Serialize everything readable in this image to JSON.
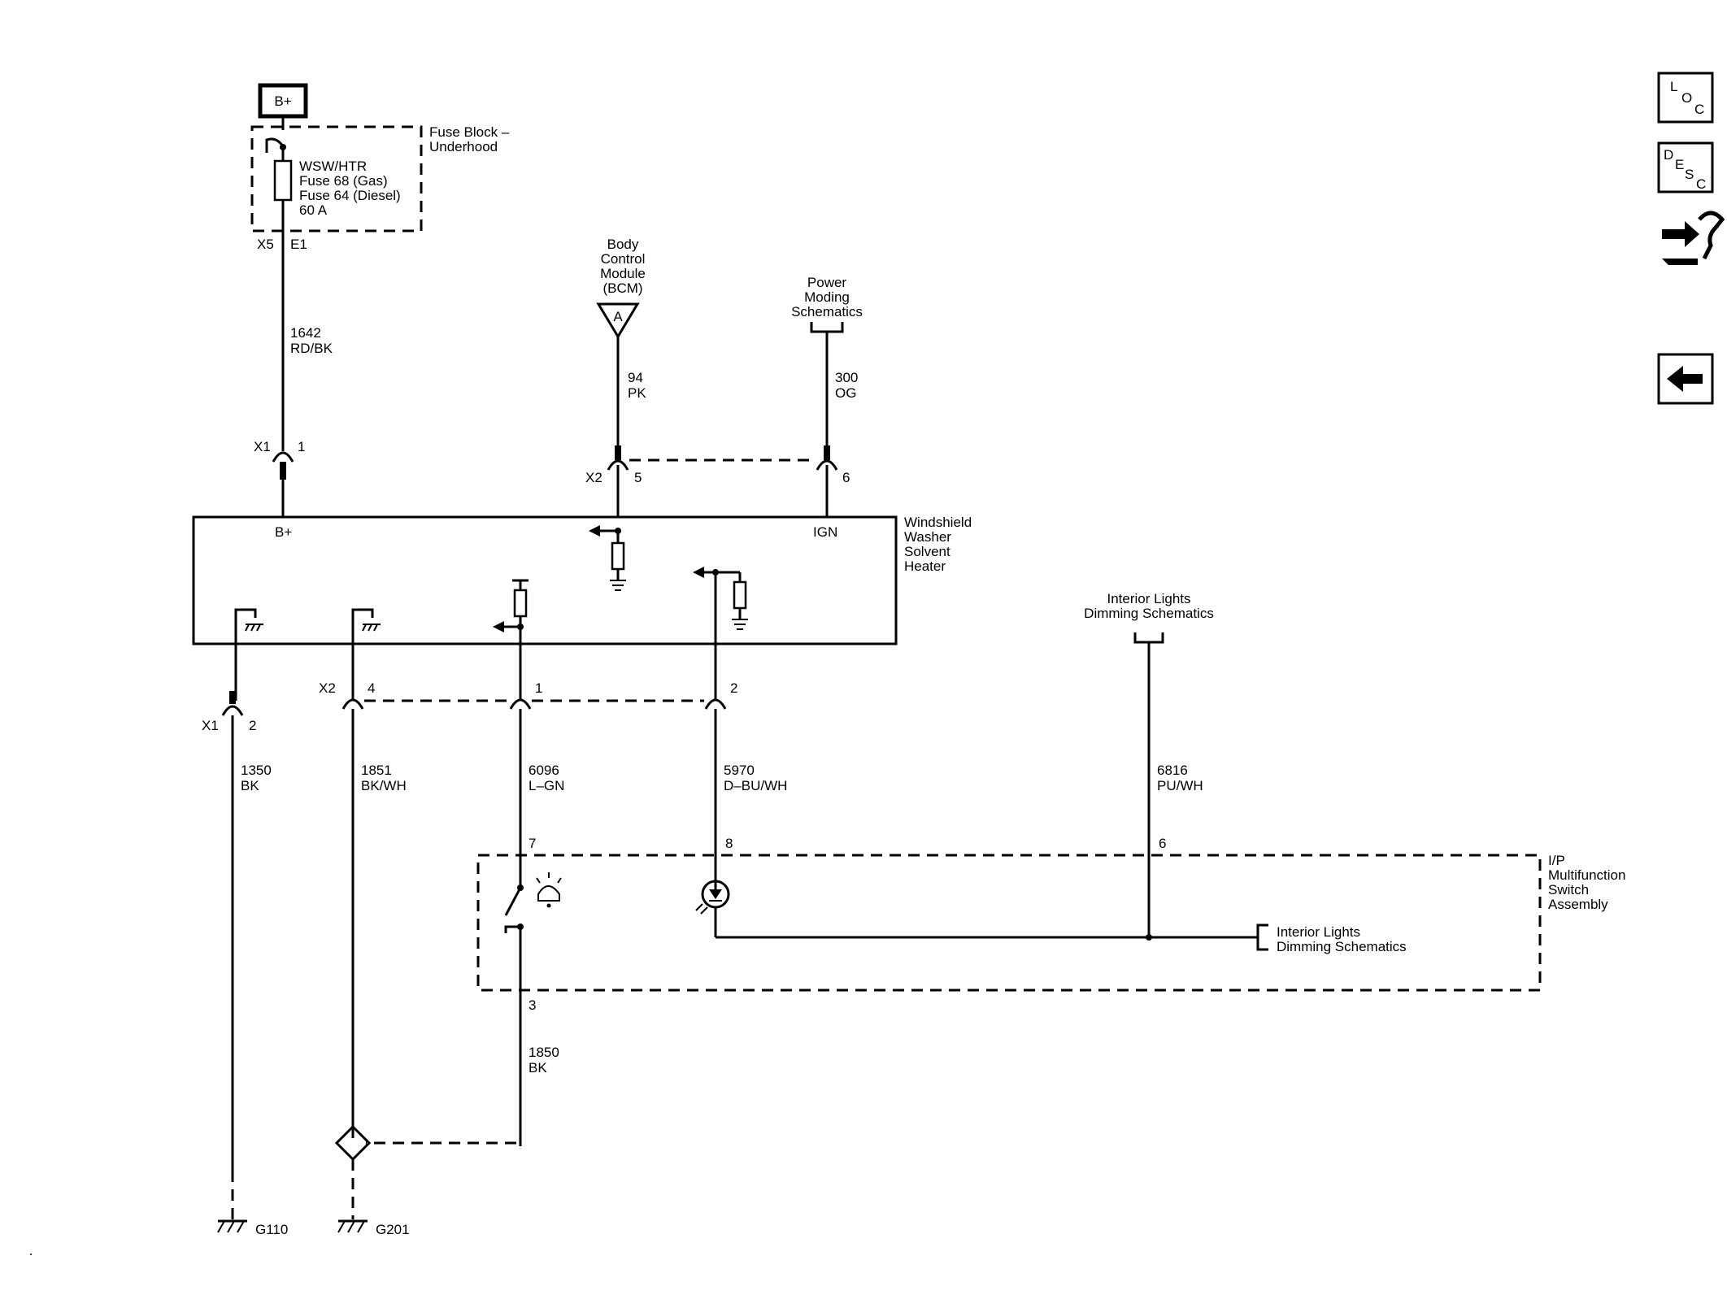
{
  "power": {
    "bplus": "B+"
  },
  "fuse_block": {
    "title_l1": "Fuse Block –",
    "title_l2": "Underhood",
    "fuse_l1": "WSW/HTR",
    "fuse_l2": "Fuse 68 (Gas)",
    "fuse_l3": "Fuse 64 (Diesel)",
    "fuse_l4": "60 A",
    "conn_x5": "X5",
    "pin_e1": "E1"
  },
  "wires": {
    "w1642_num": "1642",
    "w1642_color": "RD/BK",
    "w94_num": "94",
    "w94_color": "PK",
    "w300_num": "300",
    "w300_color": "OG",
    "w1350_num": "1350",
    "w1350_color": "BK",
    "w1851_num": "1851",
    "w1851_color": "BK/WH",
    "w6096_num": "6096",
    "w6096_color": "L–GN",
    "w5970_num": "5970",
    "w5970_color": "D–BU/WH",
    "w6816_num": "6816",
    "w6816_color": "PU/WH",
    "w1850_num": "1850",
    "w1850_color": "BK"
  },
  "bcm": {
    "l1": "Body",
    "l2": "Control",
    "l3": "Module",
    "l4": "(BCM)",
    "tri": "A"
  },
  "power_moding": {
    "l1": "Power",
    "l2": "Moding",
    "l3": "Schematics"
  },
  "connectors": {
    "x1": "X1",
    "x1_pin1": "1",
    "x2": "X2",
    "x2_pin5": "5",
    "x2_pin6": "6",
    "x1b": "X1",
    "x1_pin2": "2",
    "x2b": "X2",
    "x2_pin4": "4",
    "x2_pin1": "1",
    "x2_pin2": "2"
  },
  "heater": {
    "l1": "Windshield",
    "l2": "Washer",
    "l3": "Solvent",
    "l4": "Heater",
    "bplus": "B+",
    "ign": "IGN"
  },
  "interior_top": {
    "l1": "Interior Lights",
    "l2": "Dimming Schematics"
  },
  "interior_right": {
    "l1": "Interior Lights",
    "l2": "Dimming Schematics"
  },
  "switch_assembly": {
    "l1": "I/P",
    "l2": "Multifunction",
    "l3": "Switch",
    "l4": "Assembly",
    "pin7": "7",
    "pin8": "8",
    "pin6": "6",
    "pin3": "3"
  },
  "grounds": {
    "g110": "G110",
    "g201": "G201"
  },
  "nav": {
    "loc_l": "L",
    "loc_o": "O",
    "loc_c": "C",
    "desc_d": "D",
    "desc_e": "E",
    "desc_s": "S",
    "desc_c": "C"
  }
}
